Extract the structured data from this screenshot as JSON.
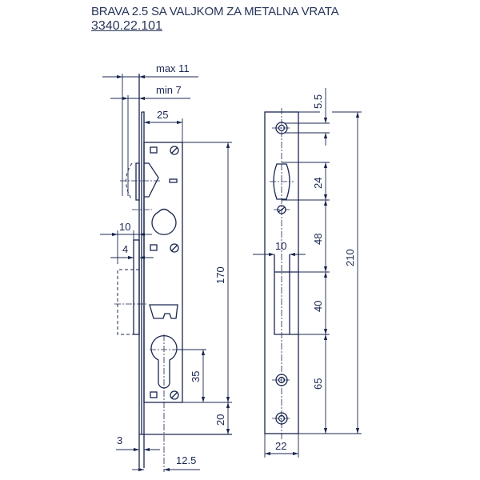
{
  "header": {
    "title": "BRAVA 2.5 SA VALJKOM ZA METALNA VRATA",
    "code": "3340.22.101"
  },
  "lock_view": {
    "dims": {
      "max": "max  11",
      "min": "min  7",
      "width_body": "25",
      "height_body": "170",
      "bottom": "20",
      "cyl": "35",
      "latch_outer": "10",
      "latch_inner": "4",
      "plate": "3",
      "backset": "12.5"
    }
  },
  "strike_view": {
    "dims": {
      "top": "5.5",
      "roller": "24",
      "gap": "48",
      "opening_width": "10",
      "opening": "40",
      "lower": "65",
      "total": "210",
      "width": "22"
    }
  },
  "colors": {
    "line": "#1b2750",
    "title": "#27365a"
  }
}
